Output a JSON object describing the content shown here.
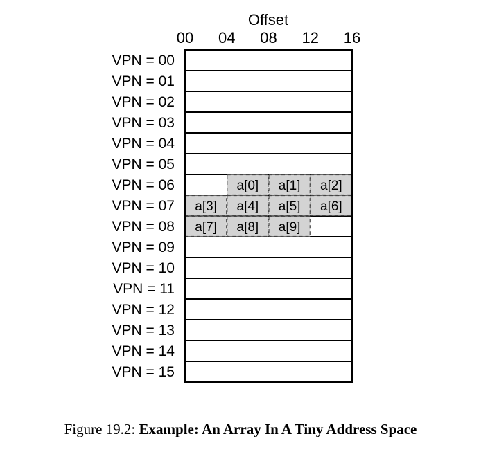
{
  "diagram": {
    "offset_title": "Offset",
    "offset_ticks": [
      "00",
      "04",
      "08",
      "12",
      "16"
    ],
    "vpn_rows": [
      "VPN = 00",
      "VPN = 01",
      "VPN = 02",
      "VPN = 03",
      "VPN = 04",
      "VPN = 05",
      "VPN = 06",
      "VPN = 07",
      "VPN = 08",
      "VPN = 09",
      "VPN = 10",
      "VPN = 11",
      "VPN = 12",
      "VPN = 13",
      "VPN = 14",
      "VPN = 15"
    ],
    "array_cells": [
      {
        "label": "a[0]",
        "row": 6,
        "col": 1
      },
      {
        "label": "a[1]",
        "row": 6,
        "col": 2
      },
      {
        "label": "a[2]",
        "row": 6,
        "col": 3
      },
      {
        "label": "a[3]",
        "row": 7,
        "col": 0
      },
      {
        "label": "a[4]",
        "row": 7,
        "col": 1
      },
      {
        "label": "a[5]",
        "row": 7,
        "col": 2
      },
      {
        "label": "a[6]",
        "row": 7,
        "col": 3
      },
      {
        "label": "a[7]",
        "row": 8,
        "col": 0
      },
      {
        "label": "a[8]",
        "row": 8,
        "col": 1
      },
      {
        "label": "a[9]",
        "row": 8,
        "col": 2
      }
    ],
    "cell_fill": "#d3d3d3"
  },
  "caption": {
    "prefix": "Figure 19.2:",
    "title": "Example: An Array In A Tiny Address Space"
  }
}
